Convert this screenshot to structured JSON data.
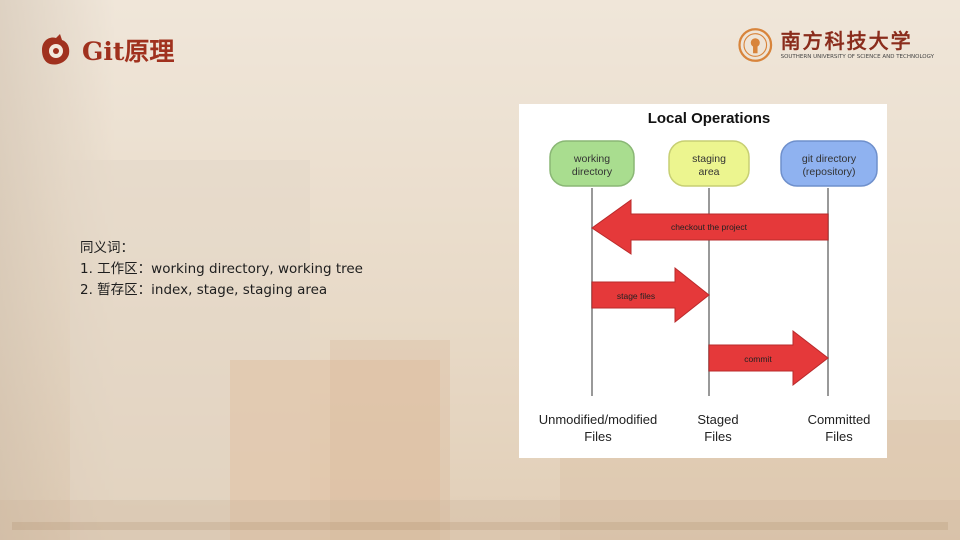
{
  "slide": {
    "title": "Git原理",
    "university_cn": "南方科技大学",
    "university_en": "SOUTHERN UNIVERSITY OF SCIENCE AND TECHNOLOGY"
  },
  "content": {
    "lines": [
      "同义词：",
      "1. 工作区：working directory, working  tree",
      "2. 暂存区：index,  stage,  staging  area"
    ]
  },
  "diagram": {
    "title": "Local Operations",
    "nodes": [
      "working directory",
      "staging area",
      "git directory (repository)"
    ],
    "arrows": [
      "checkout the project",
      "stage files",
      "commit"
    ],
    "captions": [
      "Unmodified/modified Files",
      "Staged Files",
      "Committed Files"
    ]
  },
  "colors": {
    "title": "#a0311e",
    "node_green": "#a9dd8f",
    "node_yellow": "#ecf58f",
    "node_blue": "#8fb2f0",
    "arrow_red": "#e5393a"
  }
}
